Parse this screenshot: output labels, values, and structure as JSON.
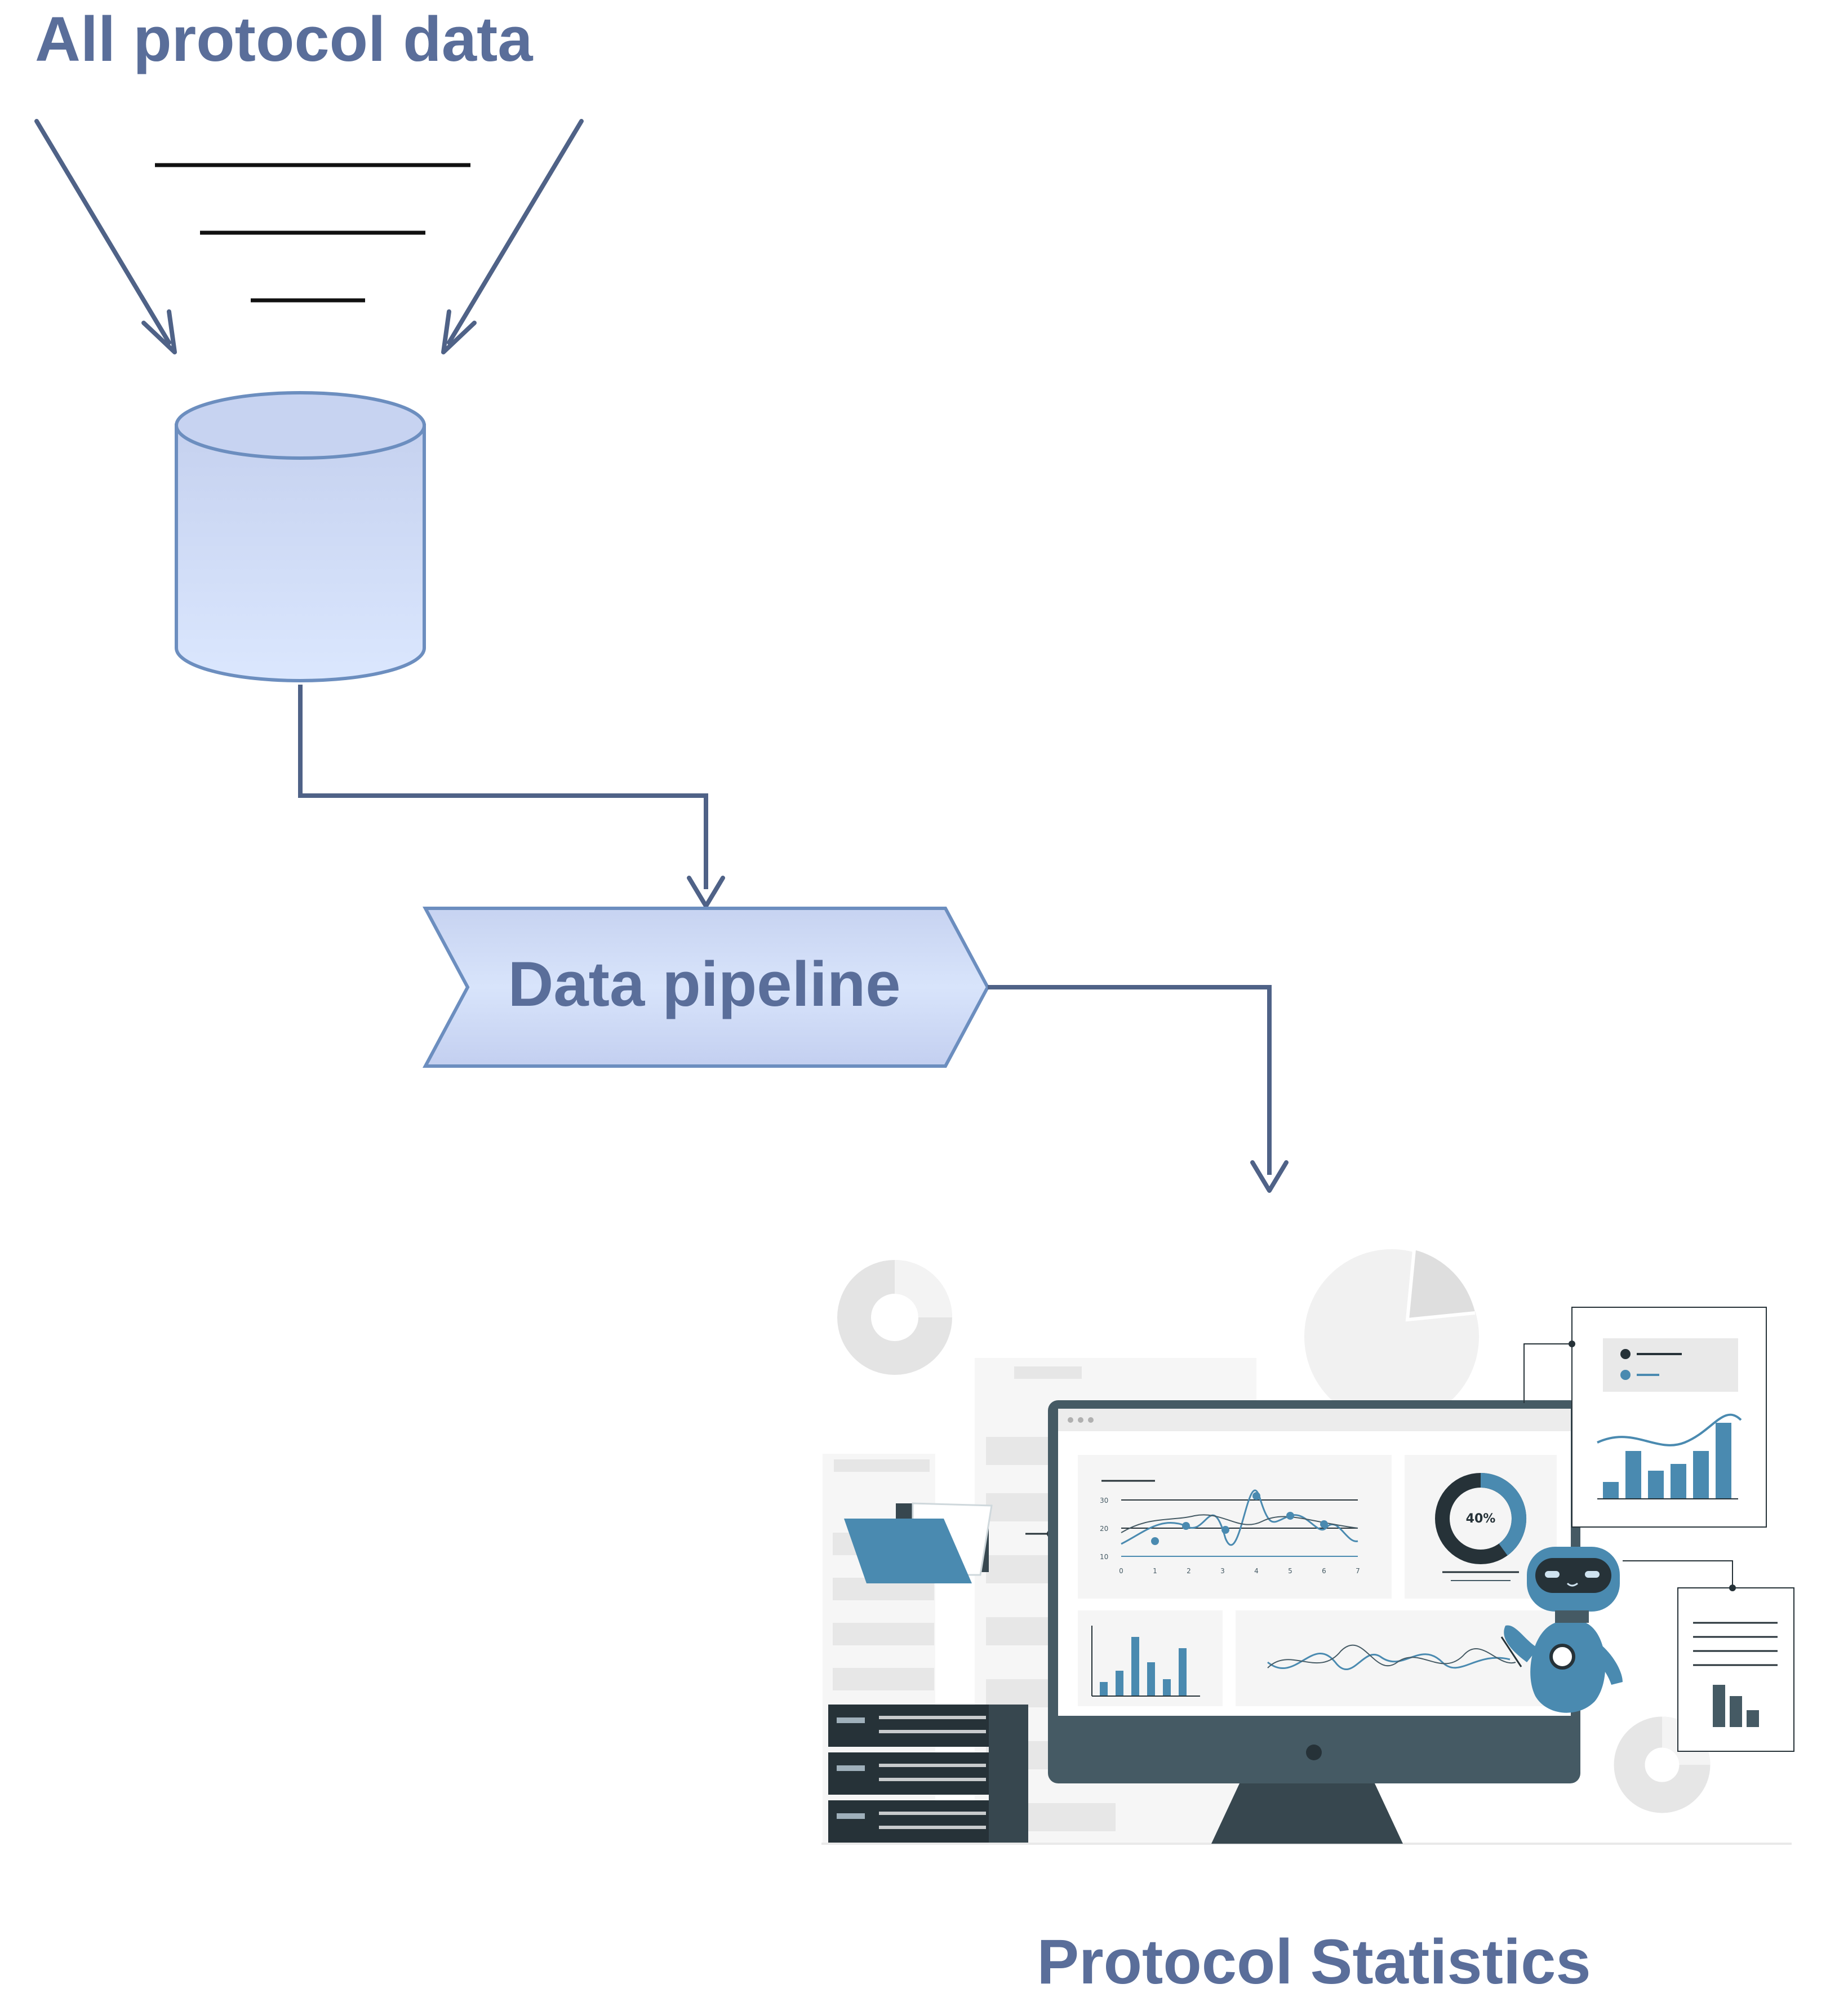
{
  "labels": {
    "input_title": "All protocol data",
    "pipeline": "Data pipeline",
    "output_title": "Protocol Statistics"
  },
  "illustration": {
    "donut_label": "40%",
    "line_chart_y_ticks": [
      "30",
      "20",
      "10"
    ],
    "line_chart_x_ticks": [
      "0",
      "1",
      "2",
      "3",
      "4",
      "5",
      "6",
      "7"
    ]
  },
  "colors": {
    "arrow": "#4f6287",
    "label": "#5a6e9a",
    "shape_fill_top": "#c5d1ef",
    "shape_fill_bottom": "#dbe7fe",
    "shape_stroke": "#6c8ebf",
    "accent_blue": "#4a8ab0",
    "dark_slate": "#455a68"
  },
  "icons": [
    "database-icon",
    "folder-icon",
    "robot-icon",
    "server-rack-icon",
    "monitor-icon",
    "report-icon"
  ]
}
